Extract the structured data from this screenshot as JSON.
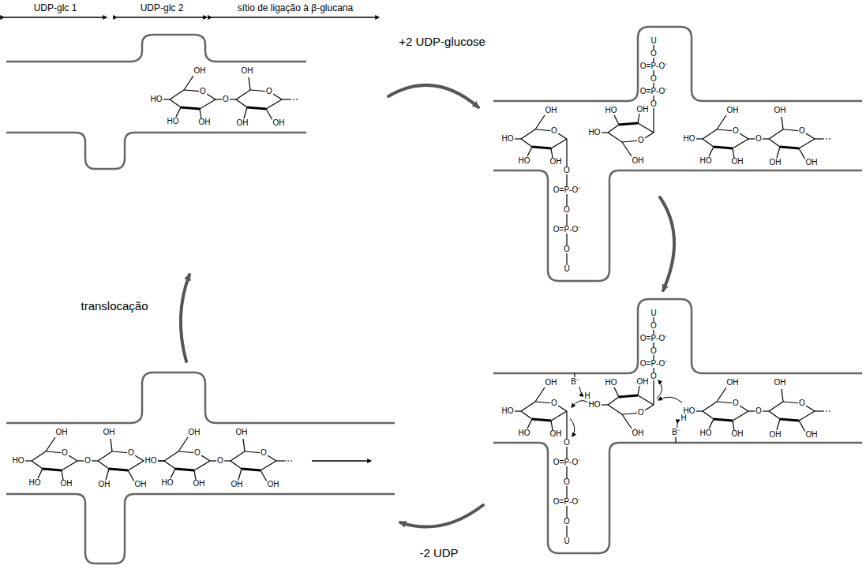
{
  "diagram": {
    "labels": [
      "UDP-glc 1",
      "UDP-glc 2",
      "sítio de ligação à β-glucana",
      "+2 UDP-glucose",
      "translocação",
      "-2 UDP",
      "OH",
      "HO",
      "HO",
      "OH",
      "O",
      "O",
      "OH",
      "OH",
      "O",
      "OH",
      "OH",
      "HO",
      "HO",
      "OH",
      "O",
      "O",
      "O=P-O⁻",
      "O",
      "O=P-O⁻",
      "O",
      "U",
      "OH",
      "HO",
      "HO",
      "OH",
      "O",
      "O",
      "O=P-O⁻",
      "O",
      "O=P-O⁻",
      "O",
      "U",
      "OH",
      "HO",
      "HO",
      "OH",
      "O",
      "O",
      "OH",
      "OH",
      "O",
      "OH",
      "OH",
      "HO",
      "HO",
      "OH",
      "O",
      "O",
      "O=P-O⁻",
      "O",
      "O=P-O⁻",
      "O",
      "U",
      "OH",
      "HO",
      "HO",
      "OH",
      "O",
      "O",
      "O=P-O⁻",
      "O",
      "O=P-O⁻",
      "O",
      "U",
      "OH",
      "HO",
      "HO",
      "OH",
      "O",
      "O",
      "OH",
      "OH",
      "O",
      "OH",
      "B⁻",
      "H",
      "H",
      "B⁻",
      "OH",
      "HO",
      "HO",
      "OH",
      "O",
      "O",
      "OH",
      "OH",
      "O",
      "OH",
      "O",
      "OH",
      "HO",
      "HO",
      "OH",
      "O",
      "O",
      "OH",
      "OH",
      "O",
      "OH"
    ]
  }
}
